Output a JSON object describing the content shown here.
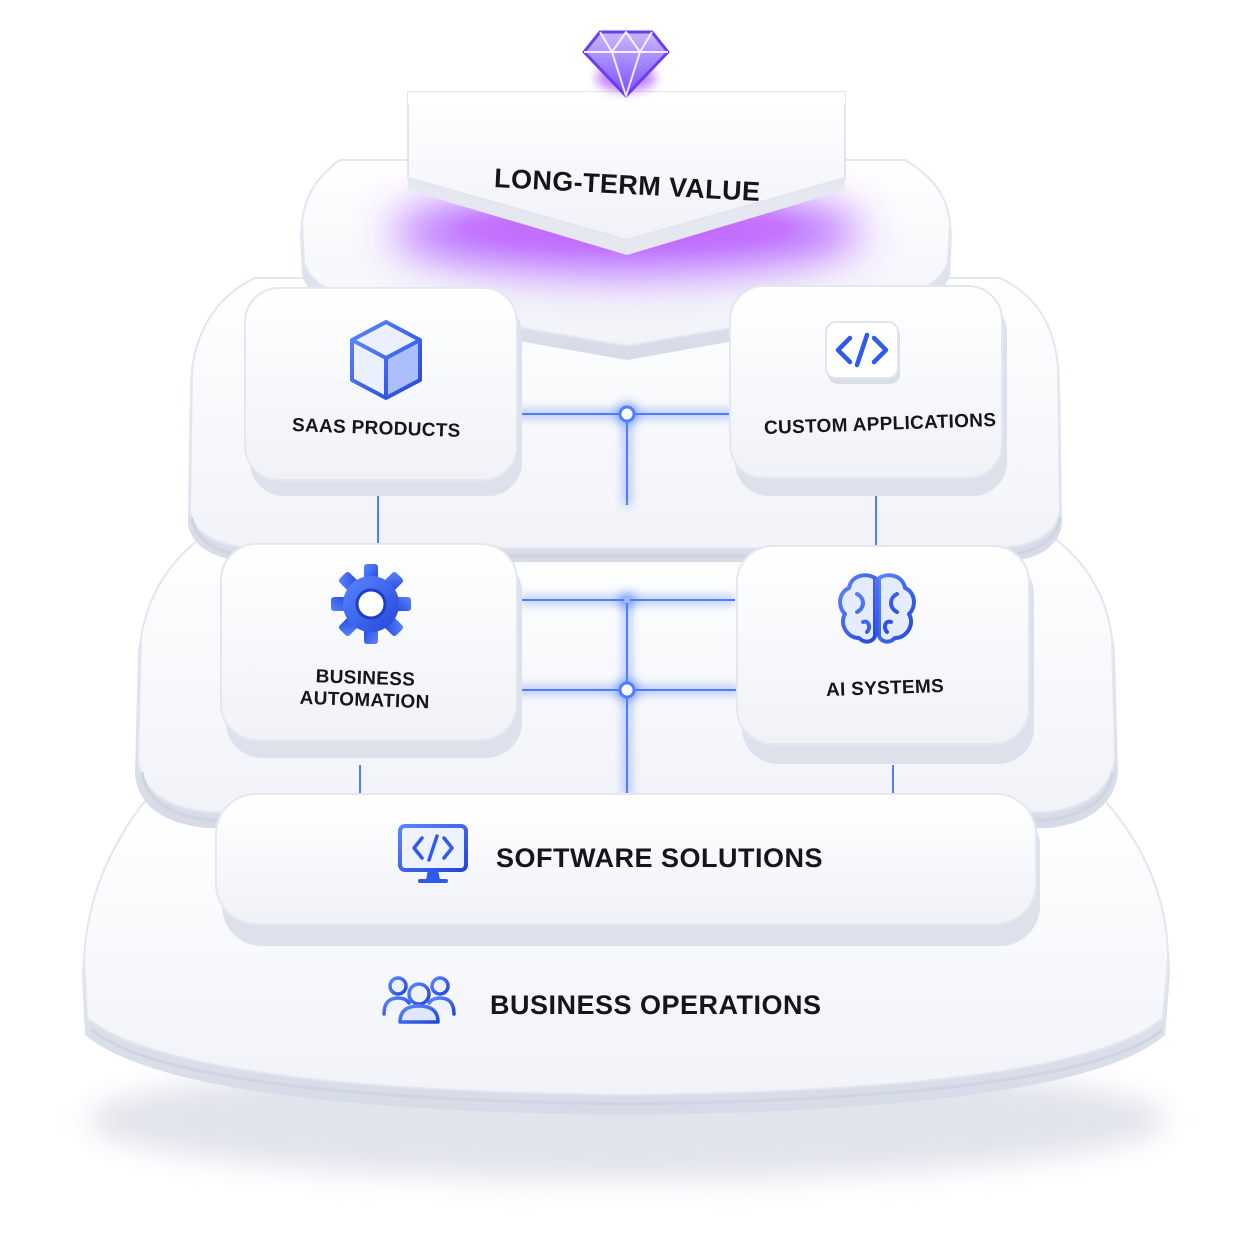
{
  "pyramid": {
    "top": {
      "label": "LONG-TERM VALUE",
      "icon": "diamond-icon"
    },
    "tier2": {
      "left": {
        "label": "SAAS PRODUCTS",
        "icon": "cube-icon"
      },
      "right": {
        "label": "CUSTOM APPLICATIONS",
        "icon": "code-tag-icon"
      }
    },
    "tier3": {
      "left": {
        "label": "BUSINESS AUTOMATION",
        "icon": "gear-icon"
      },
      "right": {
        "label": "AI SYSTEMS",
        "icon": "brain-icon"
      }
    },
    "tier4": {
      "label": "SOFTWARE SOLUTIONS",
      "icon": "monitor-code-icon"
    },
    "base": {
      "label": "BUSINESS OPERATIONS",
      "icon": "team-icon"
    }
  },
  "colors": {
    "accent_blue": "#2f5bea",
    "glow_blue": "#4f7dff",
    "glow_purple": "#a23bff",
    "surface": "#ffffff",
    "surface_edge": "#dfe3ee",
    "text": "#15161c"
  }
}
